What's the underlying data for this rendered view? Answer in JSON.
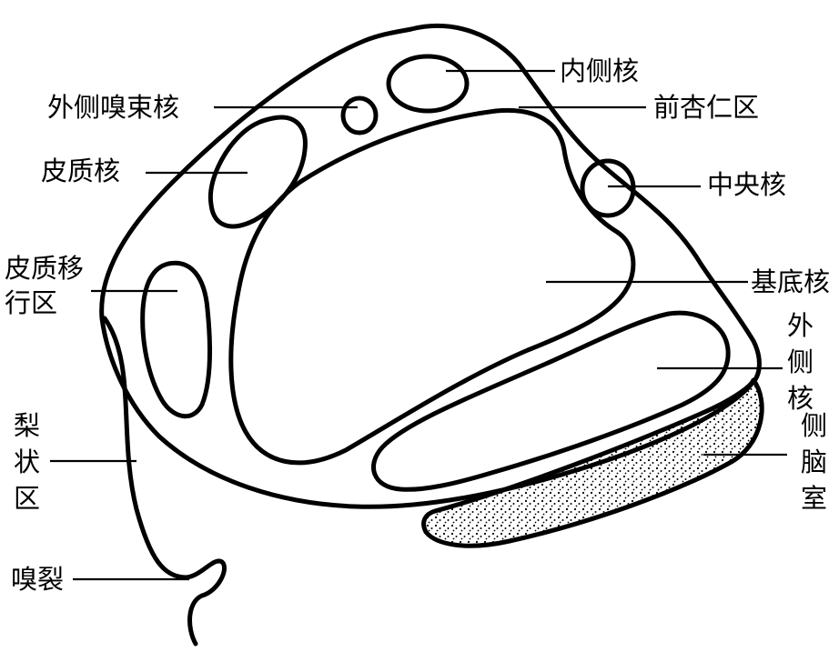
{
  "labels": {
    "neiCeHe": "内侧核",
    "qianXingRenQu": "前杏仁区",
    "waiCeXiuShuHe": "外侧嗅束核",
    "piZhiHe": "皮质核",
    "zhongYangHe": "中央核",
    "piZhiYiXingQu_line1": "皮质移",
    "piZhiYiXingQu_line2": "行区",
    "jiDiHe": "基底核",
    "waiCeHe_1": "外",
    "waiCeHe_2": "侧",
    "waiCeHe_3": "核",
    "ceNaoShi_1": "侧",
    "ceNaoShi_2": "脑",
    "ceNaoShi_3": "室",
    "liZhuangQu_1": "梨",
    "liZhuangQu_2": "状",
    "liZhuangQu_3": "区",
    "xiuLie": "嗅裂"
  },
  "colors": {
    "ink": "#000000",
    "paper": "#ffffff"
  }
}
